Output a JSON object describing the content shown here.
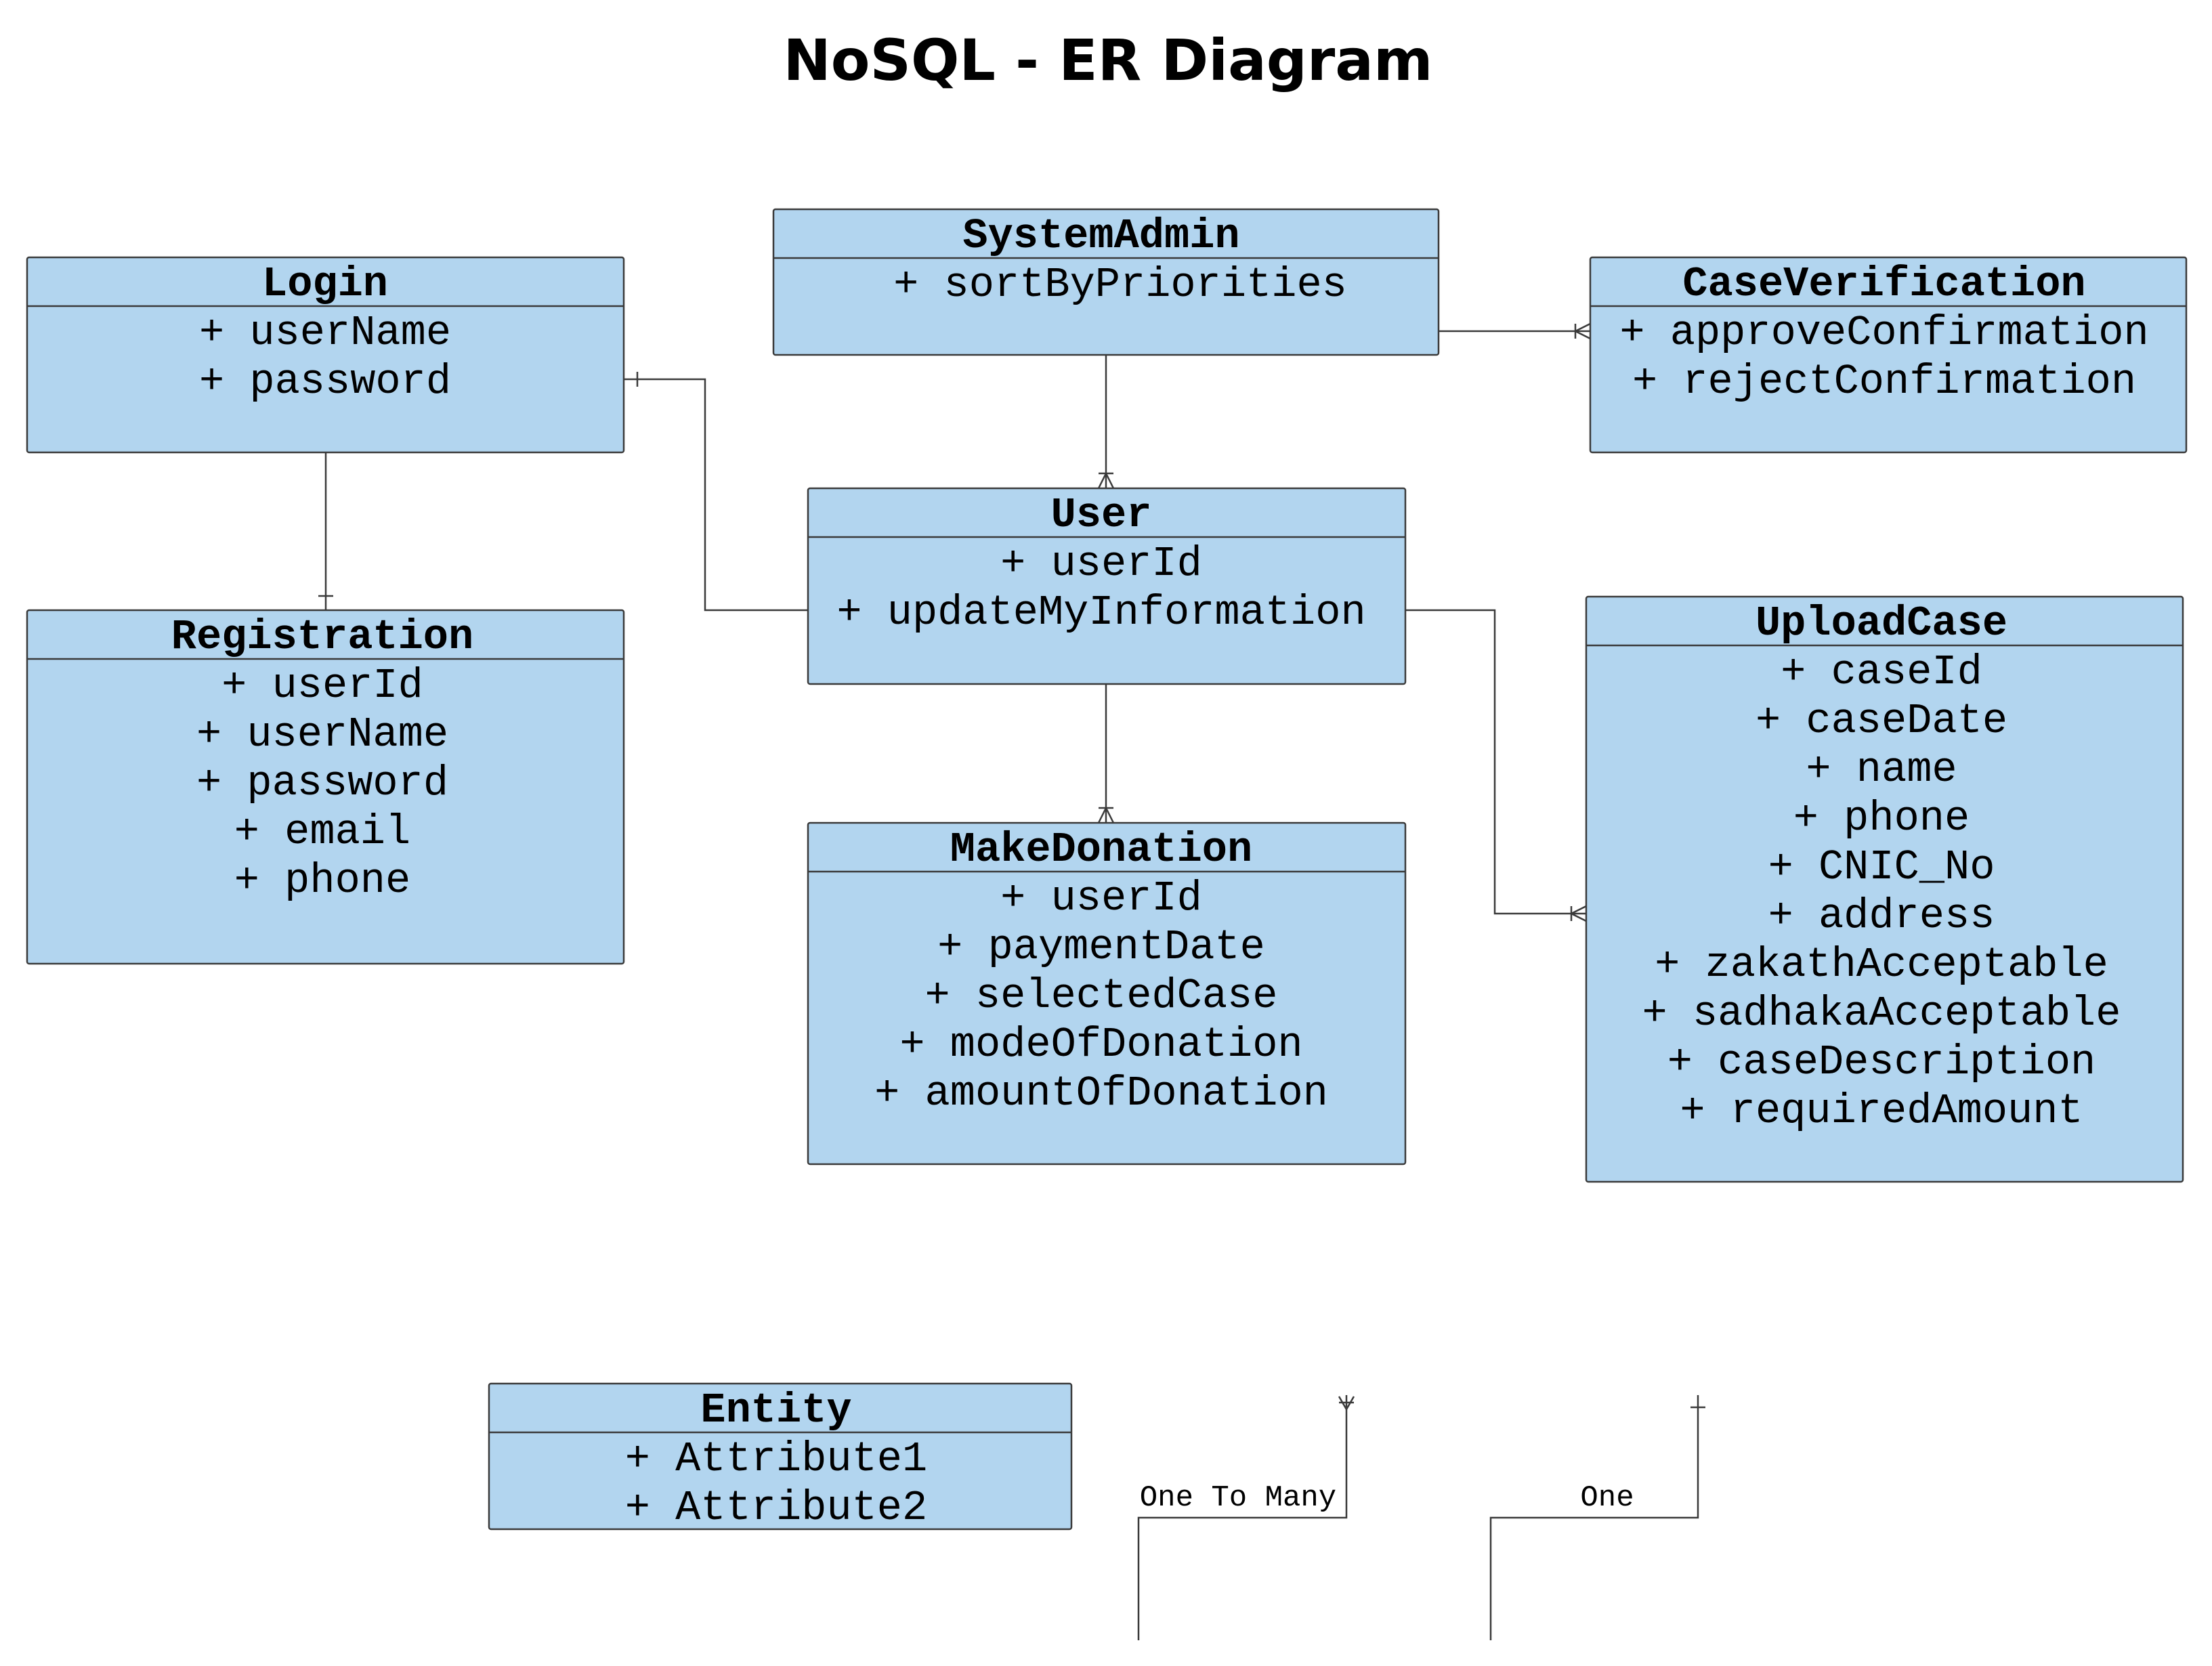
{
  "title": "NoSQL - ER Diagram",
  "entities": {
    "login": {
      "name": "Login",
      "attributes": [
        "+ userName",
        "+ password"
      ]
    },
    "registration": {
      "name": "Registration",
      "attributes": [
        "+ userId",
        "+ userName",
        "+ password",
        "+ email",
        "+ phone"
      ]
    },
    "system_admin": {
      "name": "SystemAdmin",
      "attributes": [
        "+ sortByPriorities"
      ]
    },
    "user": {
      "name": "User",
      "attributes": [
        "+ userId",
        "+ updateMyInformation"
      ]
    },
    "case_verification": {
      "name": "CaseVerification",
      "attributes": [
        "+ approveConfirmation",
        "+ rejectConfirmation"
      ]
    },
    "upload_case": {
      "name": "UploadCase",
      "attributes": [
        "+ caseId",
        "+ caseDate",
        "+ name",
        "+ phone",
        "+ CNIC_No",
        "+ address",
        "+ zakathAcceptable",
        "+ sadhakaAcceptable",
        "+ caseDescription",
        "+ requiredAmount"
      ]
    },
    "make_donation": {
      "name": "MakeDonation",
      "attributes": [
        "+ userId",
        "+ paymentDate",
        "+ selectedCase",
        "+ modeOfDonation",
        "+ amountOfDonation"
      ]
    }
  },
  "relationships": [
    {
      "from": "Login",
      "to": "Registration",
      "cardinality": "one"
    },
    {
      "from": "Login",
      "to": "User",
      "cardinality": "one"
    },
    {
      "from": "SystemAdmin",
      "to": "User",
      "cardinality": "one-to-many"
    },
    {
      "from": "SystemAdmin",
      "to": "CaseVerification",
      "cardinality": "one-to-many"
    },
    {
      "from": "User",
      "to": "UploadCase",
      "cardinality": "one-to-many"
    },
    {
      "from": "User",
      "to": "MakeDonation",
      "cardinality": "one-to-many"
    }
  ],
  "legend": {
    "entity": {
      "name": "Entity",
      "attributes": [
        "+ Attribute1",
        "+ Attribute2"
      ]
    },
    "one_to_many_label": "One To Many",
    "one_label": "One"
  }
}
